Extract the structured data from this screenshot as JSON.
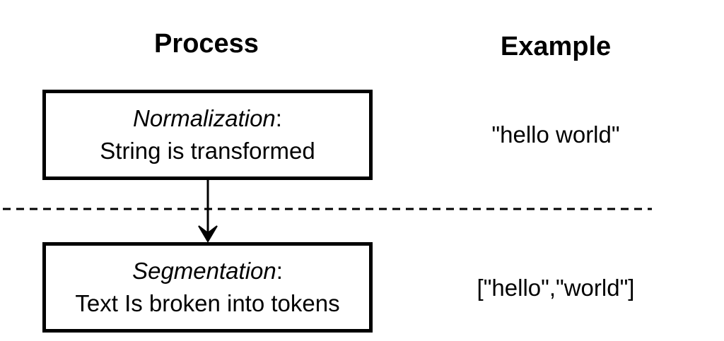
{
  "headings": {
    "process": "Process",
    "example": "Example"
  },
  "steps": [
    {
      "term": "Normalization",
      "colon": ":",
      "description": "String is transformed",
      "example": "\"hello world\""
    },
    {
      "term": "Segmentation",
      "colon": ":",
      "description": "Text Is broken into tokens",
      "example": "[\"hello\",\"world\"]"
    }
  ],
  "colors": {
    "stroke": "#000000",
    "background": "#ffffff"
  }
}
